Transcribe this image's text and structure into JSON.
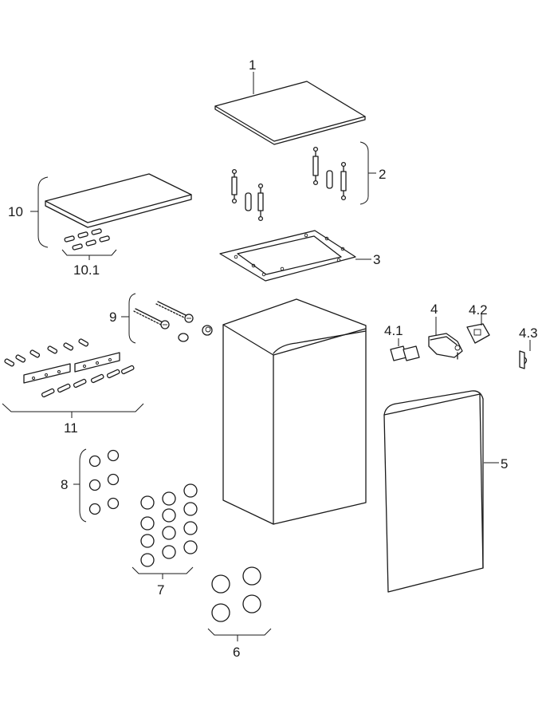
{
  "diagram": {
    "labels": {
      "p1": "1",
      "p2": "2",
      "p3": "3",
      "p4": "4",
      "p4_1": "4.1",
      "p4_2": "4.2",
      "p4_3": "4.3",
      "p5": "5",
      "p6": "6",
      "p7": "7",
      "p8": "8",
      "p9": "9",
      "p10": "10",
      "p10_1": "10.1",
      "p11": "11"
    }
  }
}
